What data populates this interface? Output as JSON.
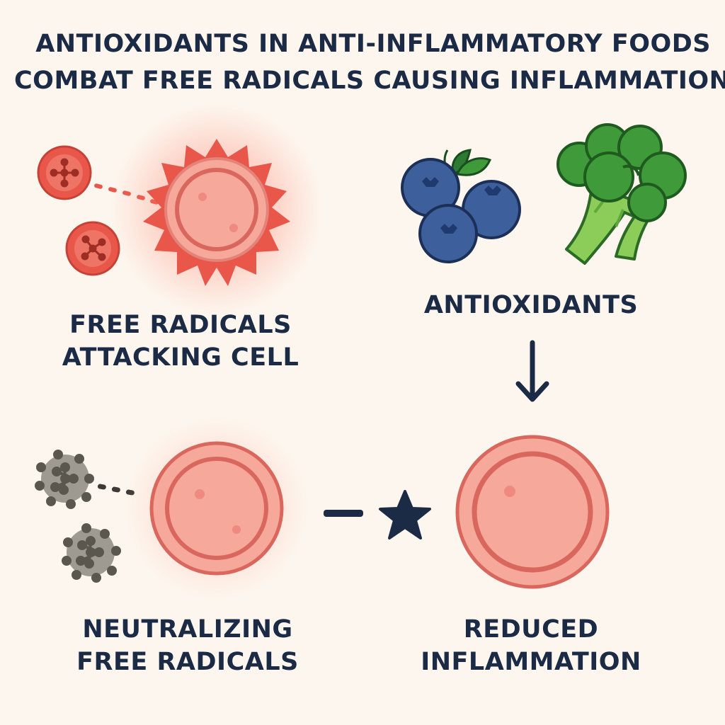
{
  "title": {
    "line1": "ANTIOXIDANTS IN ANTI-INFLAMMATORY FOODS",
    "line2": "COMBAT FREE RADICALS CAUSING INFLAMMATION"
  },
  "panels": {
    "free_radicals": {
      "line1": "FREE RADICALS",
      "line2": "ATTACKING CELL"
    },
    "antioxidants": {
      "line1": "ANTIOXIDANTS"
    },
    "neutralizing": {
      "line1": "NEUTRALIZING",
      "line2": "FREE RADICALS"
    },
    "reduced": {
      "line1": "REDUCED",
      "line2": "INFLAMMATION"
    }
  },
  "colors": {
    "background": "#fdf6ee",
    "text": "#1b2a45",
    "free_radical_red": "#e8574a",
    "cell_pink": "#f6a89a",
    "cell_ring": "#d9675e",
    "blueberry": "#3d5f9c",
    "broccoli": "#3f9b3a",
    "neutralized_gray": "#9e9a92"
  },
  "icons": [
    "free-radical-molecule-icon",
    "inflamed-cell-icon",
    "blueberries-icon",
    "broccoli-icon",
    "down-arrow-icon",
    "neutralized-molecule-icon",
    "calm-cell-icon",
    "star-icon",
    "healthy-cell-icon"
  ]
}
